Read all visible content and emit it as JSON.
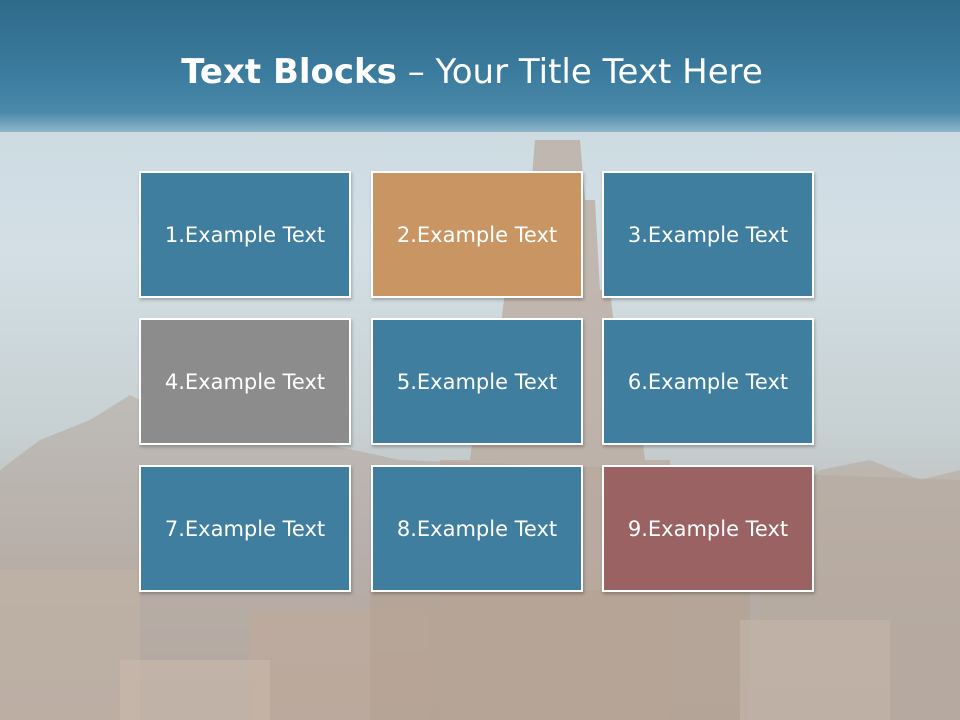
{
  "slide": {
    "title_bold": "Text Blocks",
    "title_rest": " – Your Title Text Here"
  },
  "blocks": [
    {
      "label": "1.Example Text",
      "color": "#3f7e9f"
    },
    {
      "label": "2.Example Text",
      "color": "#c99563"
    },
    {
      "label": "3.Example Text",
      "color": "#3f7e9f"
    },
    {
      "label": "4.Example Text",
      "color": "#8c8c8c"
    },
    {
      "label": "5.Example Text",
      "color": "#3f7e9f"
    },
    {
      "label": "6.Example Text",
      "color": "#3f7e9f"
    },
    {
      "label": "7.Example Text",
      "color": "#3f7e9f"
    },
    {
      "label": "8.Example Text",
      "color": "#3f7e9f"
    },
    {
      "label": "9.Example Text",
      "color": "#9a6262"
    }
  ]
}
